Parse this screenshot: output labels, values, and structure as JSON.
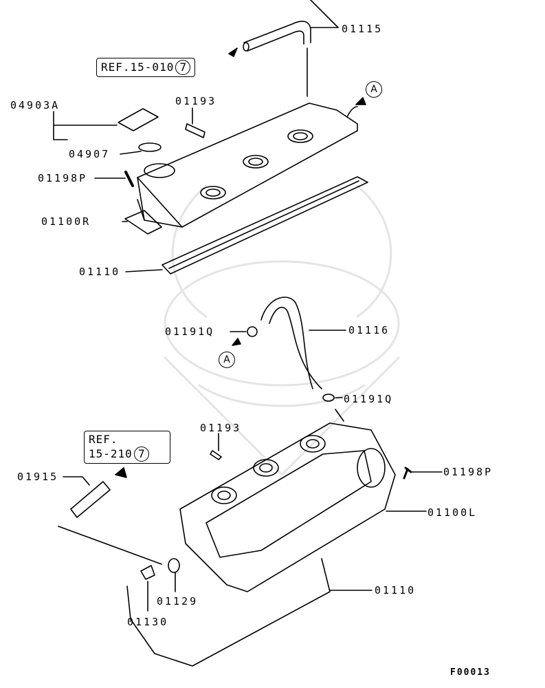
{
  "labels": {
    "p01115": "01115",
    "p04903A": "04903A",
    "p01193_top": "01193",
    "p04907": "04907",
    "p01198P_top": "01198P",
    "p01100R": "01100R",
    "p01110_top": "01110",
    "p01191Q_left": "01191Q",
    "p01116": "01116",
    "p01191Q_right": "01191Q",
    "p01193_bottom": "01193",
    "p01915": "01915",
    "p01198P_bottom": "01198P",
    "p01100L": "01100L",
    "p01110_bottom": "01110",
    "p01129": "01129",
    "p01130": "01130"
  },
  "refs": {
    "top": {
      "text": "REF.15-010",
      "num": "7"
    },
    "bottom": {
      "line1": "REF.",
      "line2": "15-210",
      "num": "7"
    }
  },
  "callouts": {
    "a_top": "A",
    "a_bottom": "A"
  },
  "figure_code": "F00013"
}
